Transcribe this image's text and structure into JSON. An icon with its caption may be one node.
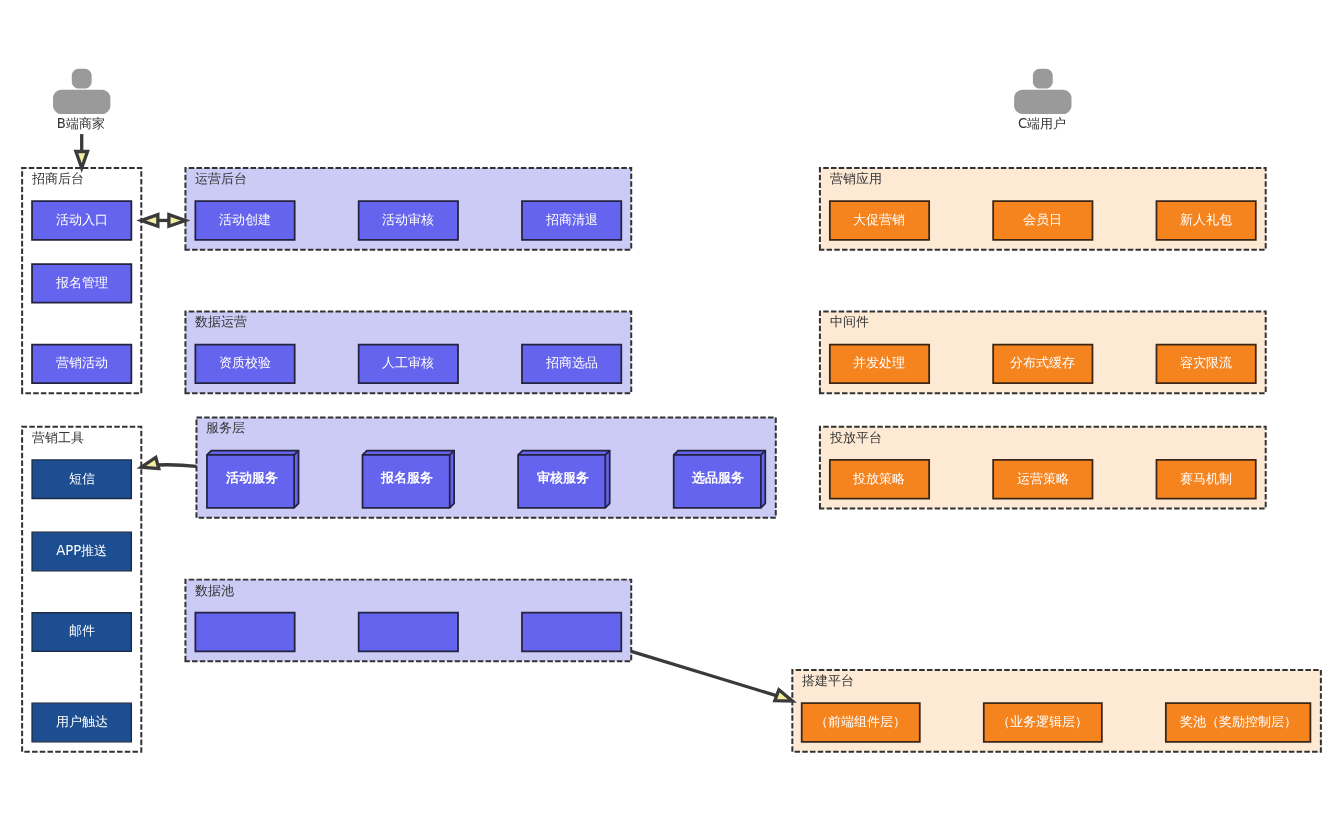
{
  "diagram": {
    "nodes": [
      {
        "text": [
          "B端商家"
        ]
      },
      {
        "text": [
          "招商后台"
        ]
      },
      {
        "text": [
          "活动入口"
        ],
        "in": 1
      },
      {
        "text": [
          "报名管理"
        ],
        "in": 1
      },
      {
        "text": [
          "营销活动"
        ],
        "in": 1
      },
      {
        "text": [
          "营销工具"
        ]
      },
      {
        "text": [
          "短信"
        ],
        "in": 5
      },
      {
        "text": [
          "APP推送"
        ],
        "in": 5
      },
      {
        "text": [
          "邮件"
        ],
        "in": 5
      },
      {
        "text": [
          "用户触达"
        ],
        "in": 5
      },
      {
        "text": [
          "运营后台"
        ]
      },
      {
        "text": [
          "活动创建"
        ],
        "in": 10
      },
      {
        "text": [
          "活动审核"
        ],
        "in": 10
      },
      {
        "text": [
          "招商清退"
        ],
        "in": 10
      },
      {
        "text": [
          "数据运营"
        ]
      },
      {
        "text": [
          "资质校验"
        ],
        "in": 14
      },
      {
        "text": [
          "人工审核"
        ],
        "in": 14
      },
      {
        "text": [
          "招商选品"
        ],
        "in": 14
      },
      {
        "text": [
          "服务层"
        ]
      },
      {
        "text": [
          "活动服务"
        ],
        "in": 18
      },
      {
        "text": [
          "报名服务"
        ],
        "in": 18
      },
      {
        "text": [
          "审核服务"
        ],
        "in": 18
      },
      {
        "text": [
          "选品服务"
        ],
        "in": 18
      },
      {
        "text": [
          "数据池"
        ]
      },
      {
        "text": [],
        "shape": "box",
        "in": 23
      },
      {
        "text": [],
        "shape": "box",
        "in": 23
      },
      {
        "text": [],
        "shape": "box",
        "in": 23
      },
      {
        "text": [
          "C端用户"
        ]
      },
      {
        "text": [
          "营销应用"
        ]
      },
      {
        "text": [
          "大促营销"
        ],
        "in": 28
      },
      {
        "text": [
          "会员日"
        ],
        "in": 28
      },
      {
        "text": [
          "新人礼包"
        ],
        "in": 28
      },
      {
        "text": [
          "中间件"
        ]
      },
      {
        "text": [
          "并发处理"
        ],
        "in": 32
      },
      {
        "text": [
          "分布式缓存"
        ],
        "in": 32
      },
      {
        "text": [
          "容灾限流"
        ],
        "in": 32
      },
      {
        "text": [
          "投放平台"
        ]
      },
      {
        "text": [
          "投放策略"
        ],
        "in": 36
      },
      {
        "text": [
          "运营策略"
        ],
        "in": 36
      },
      {
        "text": [
          "赛马机制"
        ],
        "in": 36
      },
      {
        "text": [
          "搭建平台"
        ]
      },
      {
        "text": [
          "（前端组件层）"
        ],
        "in": 40
      },
      {
        "text": [
          "（业务逻辑层）"
        ],
        "in": 40
      },
      {
        "text": [
          "奖池（奖励控制层）"
        ],
        "in": 40
      }
    ],
    "edges": [
      {
        "from": 0,
        "to": 1,
        "arrow": "to"
      },
      {
        "from": 1,
        "to": 10,
        "arrow": "both"
      },
      {
        "from": 18,
        "to": 5,
        "arrow": "to"
      },
      {
        "from": 23,
        "to": 40,
        "arrow": "to"
      }
    ]
  }
}
